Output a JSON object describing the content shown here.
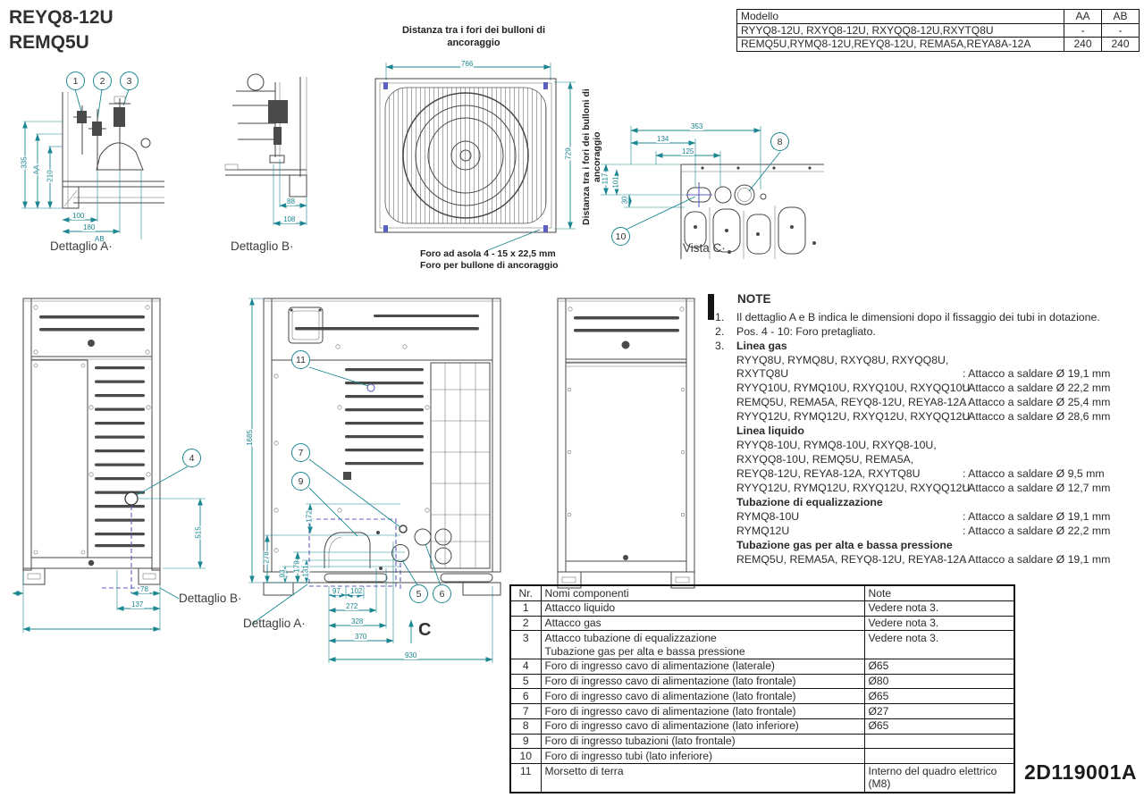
{
  "page": {
    "drawing_code": "2D119001A"
  },
  "header": {
    "title1": "REYQ8-12U",
    "title2": "REMQ5U"
  },
  "model_table": {
    "headers": [
      "Modello",
      "AA",
      "AB"
    ],
    "rows": [
      {
        "modello": "RYYQ8-12U, RXYQ8-12U, RXYQQ8-12U,RXYTQ8U",
        "aa": "-",
        "ab": "-"
      },
      {
        "modello": "REMQ5U,RYMQ8-12U,REYQ8-12U, REMA5A,REYA8A-12A",
        "aa": "240",
        "ab": "240"
      }
    ]
  },
  "views": {
    "dettaglio_a_detail": {
      "label": "Dettaglio A·",
      "callouts": {
        "c1": "1",
        "c2": "2",
        "c3": "3"
      },
      "dims": {
        "v335": "335",
        "vAA": "AA",
        "v210": "210",
        "h100": "100",
        "h180": "180",
        "hAB": "AB"
      }
    },
    "dettaglio_b_detail": {
      "label": "Dettaglio B·",
      "dims": {
        "h88": "88",
        "h108": "108"
      }
    },
    "top_view": {
      "title": "Distanza tra i fori dei bulloni di ancoraggio",
      "side_title": "Distanza tra i fori dei bulloni di ancoraggio",
      "dims": {
        "w766": "766",
        "h729": "729"
      },
      "hole_note_line1": "Foro ad asola 4 - 15 x 22,5 mm",
      "hole_note_line2": "Foro per bullone di ancoraggio"
    },
    "vista_c": {
      "label": "Vista C·",
      "callouts": {
        "c8": "8",
        "c10": "10"
      },
      "dims": {
        "h353": "353",
        "h134": "134",
        "h125": "125",
        "v117": "117",
        "v101": "101",
        "v30": "30"
      }
    },
    "front_left": {
      "label": "Dettaglio B·",
      "callouts": {
        "c4": "4"
      },
      "dims": {
        "v515": "515",
        "h78": "78",
        "h137": "137"
      }
    },
    "front_middle": {
      "label": "Dettaglio A·",
      "section_arrow": "C",
      "callouts": {
        "c5": "5",
        "c6": "6",
        "c7": "7",
        "c9": "9",
        "c11": "11"
      },
      "dims": {
        "v1685": "1685",
        "v172": "172",
        "v278": "278",
        "v93": "93",
        "v179": "179",
        "v131": "131",
        "b97": "97",
        "b102": "102",
        "b272": "272",
        "b328": "328",
        "b370": "370",
        "b930": "930"
      }
    }
  },
  "notes": {
    "heading": "NOTE",
    "item1_num": "1.",
    "item1_text": "Il dettaglio A e B indica le dimensioni dopo il fissaggio dei tubi in dotazione.",
    "item2_num": "2.",
    "item2_text": "Pos. 4 - 10: Foro pretagliato.",
    "item3_num": "3.",
    "gas_title": "Linea gas",
    "gas_lines": [
      {
        "models": "RYYQ8U, RYMQ8U, RXYQ8U, RXYQQ8U,",
        "value": ""
      },
      {
        "models": "RXYTQ8U",
        "value": ": Attacco a saldare Ø 19,1 mm"
      },
      {
        "models": "RYYQ10U, RYMQ10U, RXYQ10U, RXYQQ10U",
        "value": ": Attacco a saldare Ø 22,2 mm"
      },
      {
        "models": "REMQ5U, REMA5A, REYQ8-12U, REYA8-12A",
        "value": ": Attacco a saldare Ø 25,4 mm"
      },
      {
        "models": "RYYQ12U, RYMQ12U, RXYQ12U, RXYQQ12U",
        "value": ": Attacco a saldare Ø 28,6 mm"
      }
    ],
    "liquid_title": "Linea liquido",
    "liquid_lines": [
      {
        "models": "RYYQ8-10U, RYMQ8-10U, RXYQ8-10U,",
        "value": ""
      },
      {
        "models": "RXYQQ8-10U, REMQ5U, REMA5A,",
        "value": ""
      },
      {
        "models": "REYQ8-12U, REYA8-12A, RXYTQ8U",
        "value": ": Attacco a saldare Ø 9,5 mm"
      },
      {
        "models": "RYYQ12U, RYMQ12U, RXYQ12U, RXYQQ12U",
        "value": ": Attacco a saldare Ø 12,7 mm"
      }
    ],
    "equal_title": "Tubazione di equalizzazione",
    "equal_lines": [
      {
        "models": "RYMQ8-10U",
        "value": ": Attacco a saldare Ø 19,1 mm"
      },
      {
        "models": "RYMQ12U",
        "value": ": Attacco a saldare Ø 22,2 mm"
      }
    ],
    "hp_title": "Tubazione gas per alta e bassa pressione",
    "hp_lines": [
      {
        "models": "REMQ5U, REMA5A, REYQ8-12U, REYA8-12A",
        "value": ": Attacco a saldare Ø 19,1 mm"
      }
    ]
  },
  "components_table": {
    "headers": [
      "Nr.",
      "Nomi componenti",
      "Note"
    ],
    "rows": [
      {
        "nr": "1",
        "name": "Attacco liquido",
        "note": "Vedere nota 3."
      },
      {
        "nr": "2",
        "name": "Attacco gas",
        "note": "Vedere nota 3."
      },
      {
        "nr": "3",
        "name": "Attacco tubazione di equalizzazione",
        "name2": "Tubazione gas per alta e bassa pressione",
        "note": "Vedere nota 3."
      },
      {
        "nr": "4",
        "name": "Foro di ingresso cavo di alimentazione (laterale)",
        "note": "Ø65"
      },
      {
        "nr": "5",
        "name": "Foro di ingresso cavo di alimentazione (lato frontale)",
        "note": "Ø80"
      },
      {
        "nr": "6",
        "name": "Foro di ingresso cavo di alimentazione (lato frontale)",
        "note": "Ø65"
      },
      {
        "nr": "7",
        "name": "Foro di ingresso cavo di alimentazione (lato frontale)",
        "note": "Ø27"
      },
      {
        "nr": "8",
        "name": "Foro di ingresso cavo di alimentazione (lato inferiore)",
        "note": "Ø65"
      },
      {
        "nr": "9",
        "name": "Foro di ingresso tubazioni (lato frontale)",
        "note": ""
      },
      {
        "nr": "10",
        "name": "Foro di ingresso tubi (lato inferiore)",
        "note": ""
      },
      {
        "nr": "11",
        "name": "Morsetto di terra",
        "note": "Interno del quadro elettrico (M8)"
      }
    ]
  }
}
